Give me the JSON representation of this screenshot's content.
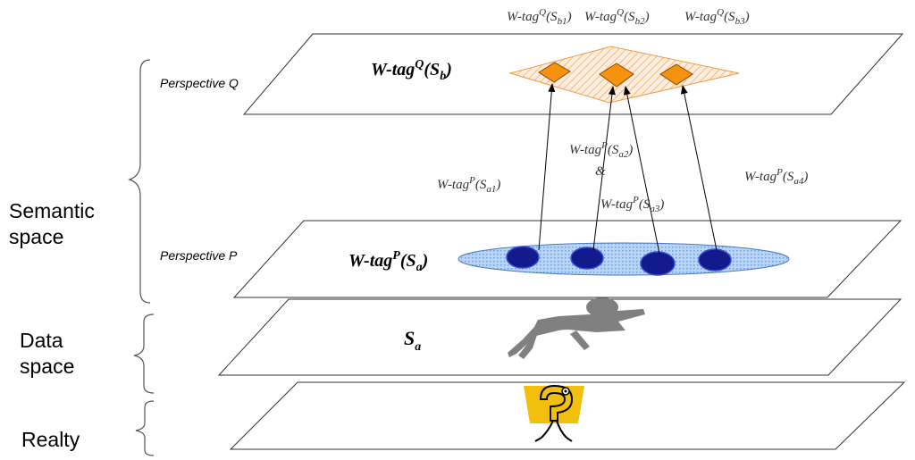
{
  "side_labels": {
    "semantic_line1": "Semantic",
    "semantic_line2": "space",
    "data_line1": "Data",
    "data_line2": "space",
    "realty": "Realty"
  },
  "perspectives": {
    "q": "Perspective Q",
    "p": "Perspective P"
  },
  "annotations": {
    "wtag_prefix": "W-tag",
    "sup_q": "Q",
    "sup_p": "P",
    "s_open": "(S",
    "close": ")",
    "sub_b1": "b1",
    "sub_b2": "b2",
    "sub_b3": "b3",
    "sub_a1": "a1",
    "sub_a2": "a2",
    "sub_a3": "a3",
    "sub_a4": "a4",
    "sub_a": "a",
    "sub_b": "b",
    "ampersand": "&",
    "s_letter": "S"
  },
  "colors": {
    "diamond_fill": "#f5920e",
    "node_fill": "#121a8c",
    "ellipse_fill": "#b9d4f4",
    "shadow": "#808080",
    "figure_yellow": "#f2c00c"
  }
}
